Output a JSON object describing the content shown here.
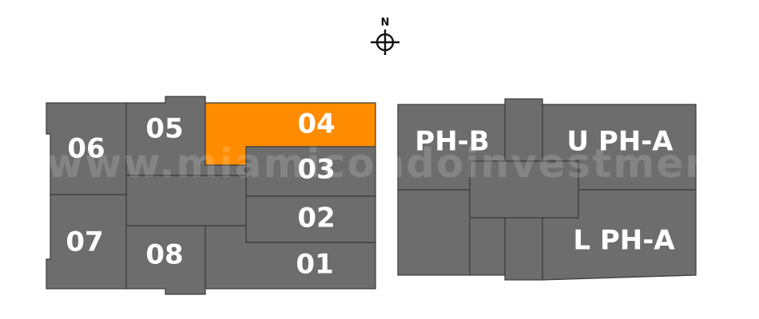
{
  "compass": {
    "letter": "N",
    "icon": "north-arrow-icon"
  },
  "watermark": "www.miamicondoinvestments.com",
  "colors": {
    "unit": "#6d6d6d",
    "selected": "#ff8c00",
    "outline": "#333333",
    "label": "#ffffff"
  },
  "buildings": [
    {
      "units": [
        {
          "id": "01",
          "label": "01",
          "selected": false
        },
        {
          "id": "02",
          "label": "02",
          "selected": false
        },
        {
          "id": "03",
          "label": "03",
          "selected": false
        },
        {
          "id": "04",
          "label": "04",
          "selected": true
        },
        {
          "id": "05",
          "label": "05",
          "selected": false
        },
        {
          "id": "06",
          "label": "06",
          "selected": false
        },
        {
          "id": "07",
          "label": "07",
          "selected": false
        },
        {
          "id": "08",
          "label": "08",
          "selected": false
        }
      ]
    },
    {
      "units": [
        {
          "id": "ph-b",
          "label": "PH-B",
          "selected": false
        },
        {
          "id": "u-ph-a",
          "label": "U PH-A",
          "selected": false
        },
        {
          "id": "l-ph-a",
          "label": "L PH-A",
          "selected": false
        }
      ]
    }
  ]
}
